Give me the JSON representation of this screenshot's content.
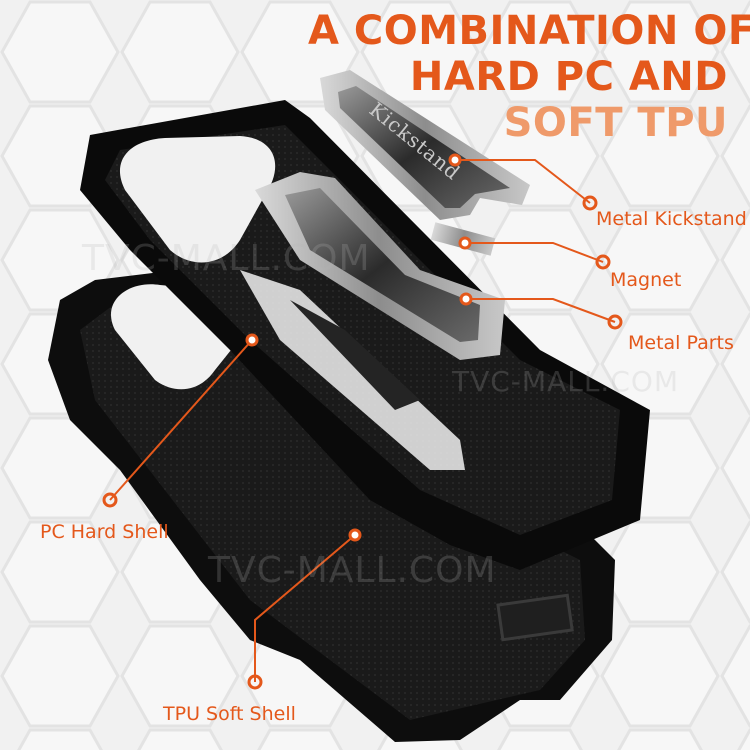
{
  "headline": {
    "line1": "A COMBINATION OF",
    "line2": "HARD PC AND",
    "line3": "SOFT TPU"
  },
  "callouts": {
    "metal_kickstand": "Metal Kickstand",
    "magnet": "Magnet",
    "metal_parts": "Metal Parts",
    "pc_hard_shell": "PC Hard Shell",
    "tpu_soft_shell": "TPU Soft Shell"
  },
  "product": {
    "kickstand_engraving": "Kickstand"
  },
  "watermark": {
    "text_1": "TVC-MALL.COM",
    "text_2": "TVC-MALL.COM",
    "text_3": "TVC-MALL.COM"
  },
  "colors": {
    "accent": "#e4581b",
    "accent_light": "#ef9a6a",
    "shell": "#111111",
    "background": "#f1f1f1"
  }
}
